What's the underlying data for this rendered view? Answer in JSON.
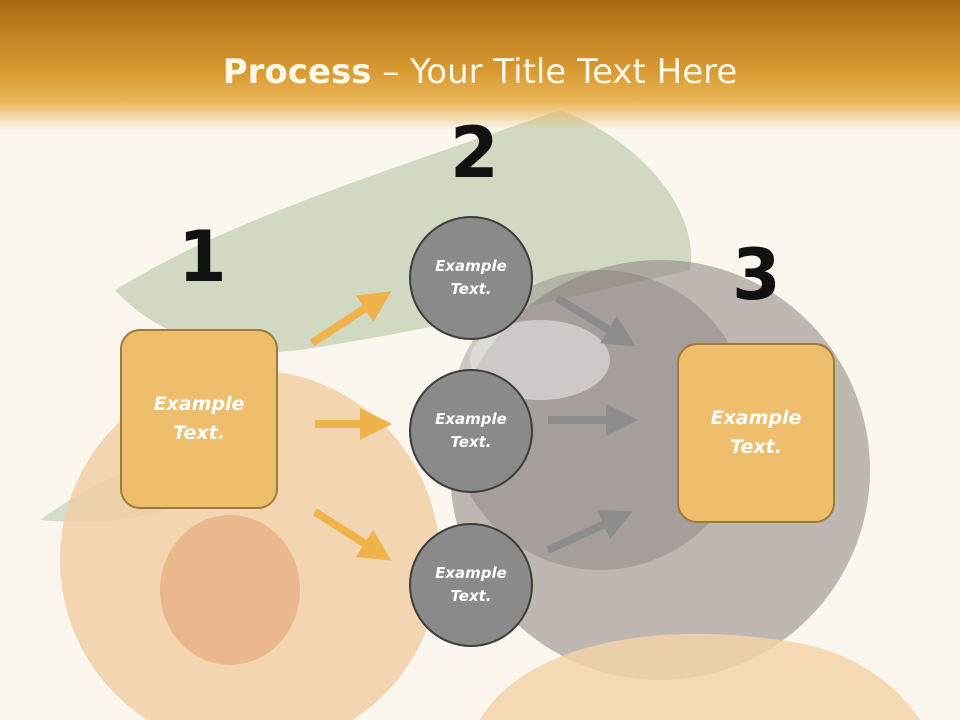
{
  "title": {
    "bold": "Process",
    "rest": " – Your Title Text Here"
  },
  "steps": [
    {
      "number": "1",
      "label": "Example\nText."
    },
    {
      "number": "2",
      "label": "Example\nText."
    },
    {
      "number": "3",
      "label": "Example\nText."
    }
  ],
  "circles": [
    {
      "label": "Example\nText."
    },
    {
      "label": "Example\nText."
    },
    {
      "label": "Example\nText."
    }
  ],
  "colors": {
    "box": "#efbe6c",
    "circle": "#8a8a8a",
    "arrow_left": "#efb34c",
    "arrow_right": "#8c8c8c"
  }
}
